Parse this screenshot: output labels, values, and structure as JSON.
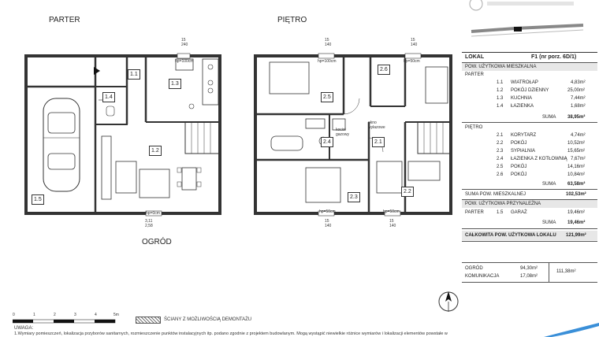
{
  "titles": {
    "ground_floor": "PARTER",
    "upper_floor": "PIĘTRO",
    "garden": "OGRÓD"
  },
  "dims": {
    "hp_top_ground": "hp=100cm",
    "hp_bottom_ground": "hp=0cm",
    "hp_top_upper_left": "hp=100cm",
    "hp_top_upper_right": "hp=50cm",
    "hp_bottom_upper_left": "hp=50cm",
    "hp_bottom_upper_right": "hp=50cm",
    "sill_ground_top": "15\n240",
    "sill_ground_bottom": "3,11\n2,58",
    "sill_upper_top_left": "15\n140",
    "sill_upper_top_right": "15\n140",
    "sill_upper_bottom_left": "15\n140",
    "sill_upper_bottom_right": "15\n140"
  },
  "rooms": {
    "r1_1": "1.1",
    "r1_2": "1.2",
    "r1_3": "1.3",
    "r1_4": "1.4",
    "r1_5": "1.5",
    "r2_1": "2.1",
    "r2_2": "2.2",
    "r2_3": "2.3",
    "r2_4": "2.4",
    "r2_5": "2.5",
    "r2_6": "2.6"
  },
  "notes": {
    "window": "okno\nwyłazowe",
    "boiler": "kocioł\ngazowy"
  },
  "panel": {
    "lokal_label": "LOKAL",
    "lokal_id": "F1  (nr porz. 6D/1)",
    "usable_header": "POW. UŻYTKOWA MIESZKALNA",
    "parter_label": "PARTER",
    "parter_rooms": [
      {
        "no": "1.1",
        "name": "WIATROŁAP",
        "area": "4,83m²"
      },
      {
        "no": "1.2",
        "name": "POKÓJ DZIENNY",
        "area": "25,00m²"
      },
      {
        "no": "1.3",
        "name": "KUCHNIA",
        "area": "7,44m²"
      },
      {
        "no": "1.4",
        "name": "ŁAZIENKA",
        "area": "1,68m²"
      }
    ],
    "sum_label": "SUMA",
    "parter_sum": "38,95m²",
    "pietro_label": "PIĘTRO",
    "pietro_rooms": [
      {
        "no": "2.1",
        "name": "KORYTARZ",
        "area": "4,74m²"
      },
      {
        "no": "2.2",
        "name": "POKÓJ",
        "area": "10,52m²"
      },
      {
        "no": "2.3",
        "name": "SYPIALNIA",
        "area": "15,65m²"
      },
      {
        "no": "2.4",
        "name": "ŁAZIENKA Z KOTŁOWNIĄ",
        "area": "7,67m²"
      },
      {
        "no": "2.5",
        "name": "POKÓJ",
        "area": "14,16m²"
      },
      {
        "no": "2.6",
        "name": "POKÓJ",
        "area": "10,84m²"
      }
    ],
    "pietro_sum": "63,58m²",
    "total_living_label": "SUMA POW. MIESZKALNEJ",
    "total_living": "102,53m²",
    "aux_header": "POW. UŻYTKOWA PRZYNALEŻNA",
    "aux_floor": "PARTER",
    "aux_no": "1.5",
    "aux_name": "GARAŻ",
    "aux_area": "19,46m²",
    "aux_sum": "19,46m²",
    "total_label": "CAŁKOWITA POW. UŻYTKOWA LOKALU",
    "total": "121,99m²",
    "garden_label": "OGRÓD",
    "garden_area": "94,30m²",
    "comm_label": "KOMUNIKACJA",
    "comm_area": "17,08m²",
    "ext_total": "111,38m²"
  },
  "scale": {
    "ticks": [
      "0",
      "1",
      "2",
      "3",
      "4",
      "5m"
    ],
    "legend": "ŚCIANY Z MOŻLIWOŚCIĄ DEMONTAŻU"
  },
  "footer": {
    "heading": "UWAGA:",
    "text": "1.Wymiary pomieszczeń, lokalizacja przyborów sanitarnych, rozmieszczenie punktów instalacyjnych itp. podano zgodnie z projektem budowlanym. Mogą wystąpić niewielkie różnice wymiarów i lokalizacji elementów powstałe w"
  }
}
